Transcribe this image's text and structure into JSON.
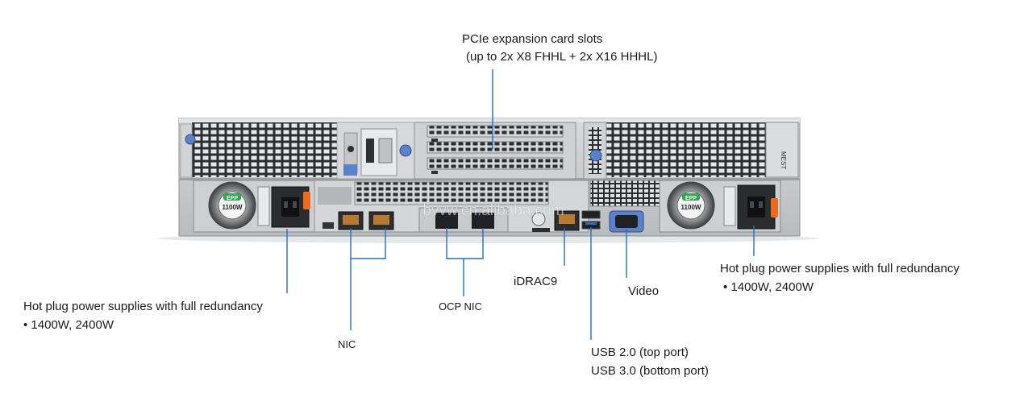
{
  "callouts": {
    "pcie_title": "PCIe expansion card slots",
    "pcie_detail": "(up to 2x X8 FHHL + 2x X16 HHHL)",
    "psu_left_title": "Hot plug power supplies with full redundancy",
    "psu_left_detail": "• 1400W, 2400W",
    "psu_right_title": "Hot plug power supplies with full redundancy",
    "psu_right_detail": "• 1400W, 2400W",
    "nic": "NIC",
    "ocp_nic": "OCP NIC",
    "idrac": "iDRAC9",
    "video": "Video",
    "usb_top": "USB 2.0 (top port)",
    "usb_bottom": "USB 3.0 (bottom port)"
  },
  "server": {
    "psu_badge_left": "EPP",
    "psu_watt_left": "1100W",
    "psu_badge_right": "EPP",
    "psu_watt_right": "1100W",
    "side_tag": "MEST",
    "watermark": "bvvw.cn.alibaba.com"
  },
  "colors": {
    "callout_line": "#1f72c8",
    "chassis": "#c9cbcd",
    "latch_orange": "#ef6a1f",
    "thumbscrew_blue": "#5b82c9"
  }
}
